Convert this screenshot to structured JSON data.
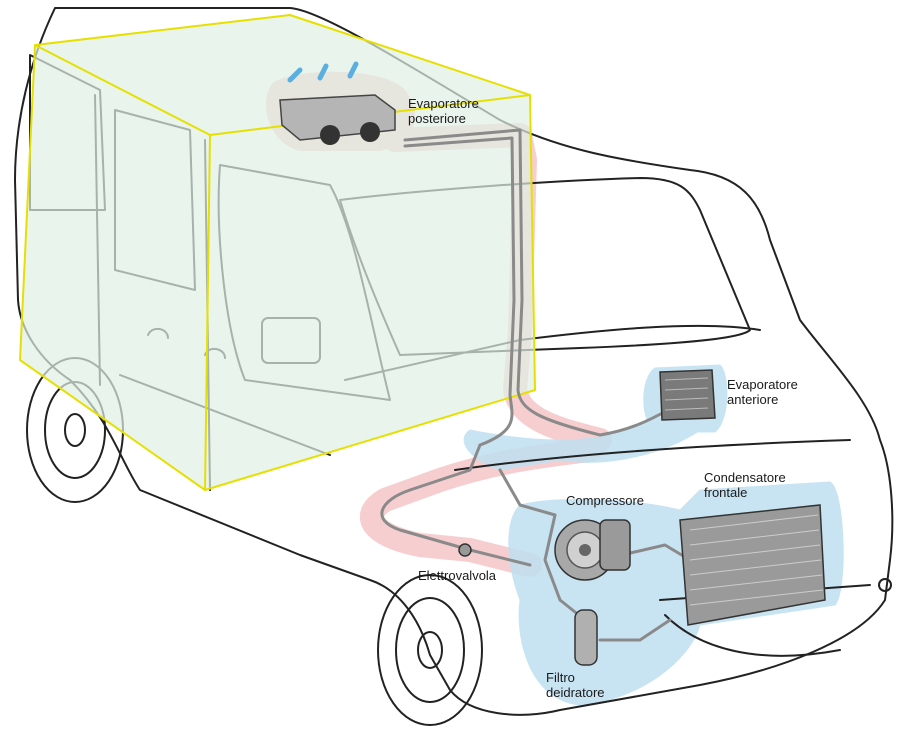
{
  "labels": {
    "rear_evaporator": "Evaporatore\nposteriore",
    "front_evaporator": "Evaporatore\nanteriore",
    "front_condenser": "Condensatore\nfrontale",
    "compressor": "Compressore",
    "solenoid_valve": "Elettrovalvola",
    "drier_filter": "Filtro\ndeidratore"
  },
  "colors": {
    "cabin_volume": "#dff0e4",
    "cabin_outline": "#e6e000",
    "rear_circuit_highlight": "#f4c6c8",
    "front_circuit_highlight": "#bfe0f2",
    "body_line": "#222222",
    "pipe": "#8a8a8a"
  }
}
